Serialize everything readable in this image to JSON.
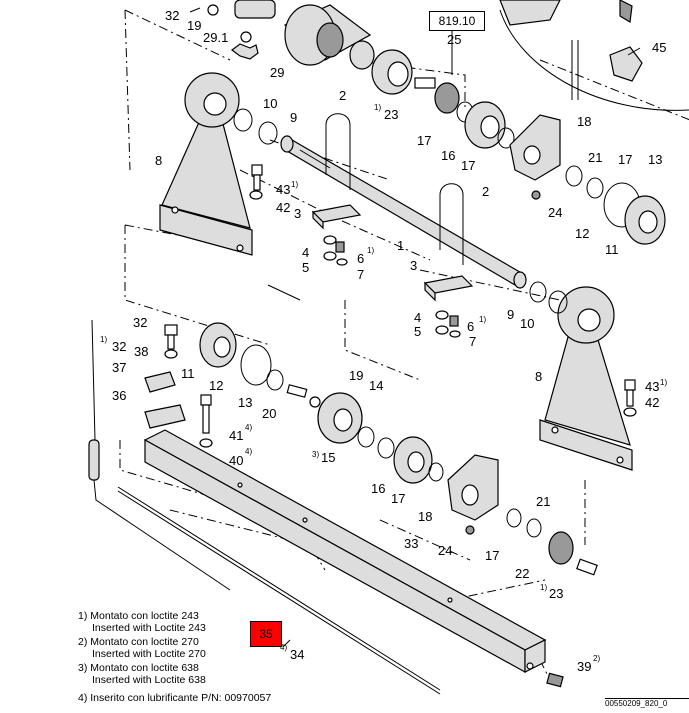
{
  "ref_box": "819.10",
  "callout_number": "35",
  "notes": [
    {
      "num": "1)",
      "it": "Montato con loctite 243",
      "en": "Inserted with Loctite 243"
    },
    {
      "num": "2)",
      "it": "Montato con loctite 270",
      "en": "Inserted with Loctite 270"
    },
    {
      "num": "3)",
      "it": "Montato con loctite 638",
      "en": "Inserted with Loctite 638"
    },
    {
      "num": "4)",
      "it": "Inserito con lubrificante P/N: 00970057",
      "en": ""
    }
  ],
  "doc_number": "00550209_820_0",
  "labels": [
    {
      "id": "l32a",
      "text": "32"
    },
    {
      "id": "l19a",
      "text": "19"
    },
    {
      "id": "l291",
      "text": "29.1"
    },
    {
      "id": "l29",
      "text": "29"
    },
    {
      "id": "l25",
      "text": "25"
    },
    {
      "id": "l45",
      "text": "45"
    },
    {
      "id": "l10a",
      "text": "10"
    },
    {
      "id": "l9a",
      "text": "9"
    },
    {
      "id": "l2a",
      "text": "2"
    },
    {
      "id": "l23a",
      "text": "23"
    },
    {
      "id": "l18a",
      "text": "18"
    },
    {
      "id": "l17a",
      "text": "17"
    },
    {
      "id": "l16a",
      "text": "16"
    },
    {
      "id": "l17b",
      "text": "17"
    },
    {
      "id": "l21a",
      "text": "21"
    },
    {
      "id": "l17c",
      "text": "17"
    },
    {
      "id": "l13a",
      "text": "13"
    },
    {
      "id": "l8a",
      "text": "8"
    },
    {
      "id": "l43a",
      "text": "43"
    },
    {
      "id": "l42a",
      "text": "42"
    },
    {
      "id": "l24a",
      "text": "24"
    },
    {
      "id": "l12a",
      "text": "12"
    },
    {
      "id": "l11a",
      "text": "11"
    },
    {
      "id": "l2b",
      "text": "2"
    },
    {
      "id": "l1a",
      "text": "1"
    },
    {
      "id": "l3a",
      "text": "3"
    },
    {
      "id": "l4a",
      "text": "4"
    },
    {
      "id": "l5a",
      "text": "5"
    },
    {
      "id": "l6a",
      "text": "6"
    },
    {
      "id": "l7a",
      "text": "7"
    },
    {
      "id": "l3b",
      "text": "3"
    },
    {
      "id": "l4b",
      "text": "4"
    },
    {
      "id": "l5b",
      "text": "5"
    },
    {
      "id": "l6b",
      "text": "6"
    },
    {
      "id": "l7b",
      "text": "7"
    },
    {
      "id": "l9b",
      "text": "9"
    },
    {
      "id": "l10b",
      "text": "10"
    },
    {
      "id": "l32b",
      "text": "32"
    },
    {
      "id": "l38",
      "text": "38"
    },
    {
      "id": "l32c",
      "text": "32"
    },
    {
      "id": "l11b",
      "text": "11"
    },
    {
      "id": "l37",
      "text": "37"
    },
    {
      "id": "l12b",
      "text": "12"
    },
    {
      "id": "l13b",
      "text": "13"
    },
    {
      "id": "l36",
      "text": "36"
    },
    {
      "id": "l41",
      "text": "41"
    },
    {
      "id": "l20",
      "text": "20"
    },
    {
      "id": "l19b",
      "text": "19"
    },
    {
      "id": "l14",
      "text": "14"
    },
    {
      "id": "l40",
      "text": "40"
    },
    {
      "id": "l15",
      "text": "15"
    },
    {
      "id": "l16b",
      "text": "16"
    },
    {
      "id": "l17d",
      "text": "17"
    },
    {
      "id": "l8b",
      "text": "8"
    },
    {
      "id": "l43b",
      "text": "43"
    },
    {
      "id": "l42b",
      "text": "42"
    },
    {
      "id": "l18b",
      "text": "18"
    },
    {
      "id": "l21b",
      "text": "21"
    },
    {
      "id": "l24b",
      "text": "24"
    },
    {
      "id": "l17e",
      "text": "17"
    },
    {
      "id": "l22",
      "text": "22"
    },
    {
      "id": "l23b",
      "text": "23"
    },
    {
      "id": "l33",
      "text": "33"
    },
    {
      "id": "l34",
      "text": "34"
    },
    {
      "id": "l39",
      "text": "39"
    }
  ],
  "superscripts": [
    {
      "id": "s23a",
      "text": "1)"
    },
    {
      "id": "s43a",
      "text": "1)"
    },
    {
      "id": "s6a",
      "text": "1)"
    },
    {
      "id": "s6b",
      "text": "1)"
    },
    {
      "id": "s32c",
      "text": "1)"
    },
    {
      "id": "s41",
      "text": "4)"
    },
    {
      "id": "s40",
      "text": "4)"
    },
    {
      "id": "s15",
      "text": "3)"
    },
    {
      "id": "s43b",
      "text": "1)"
    },
    {
      "id": "s23b",
      "text": "1)"
    },
    {
      "id": "s34",
      "text": "4)"
    },
    {
      "id": "s39",
      "text": "2)"
    }
  ]
}
